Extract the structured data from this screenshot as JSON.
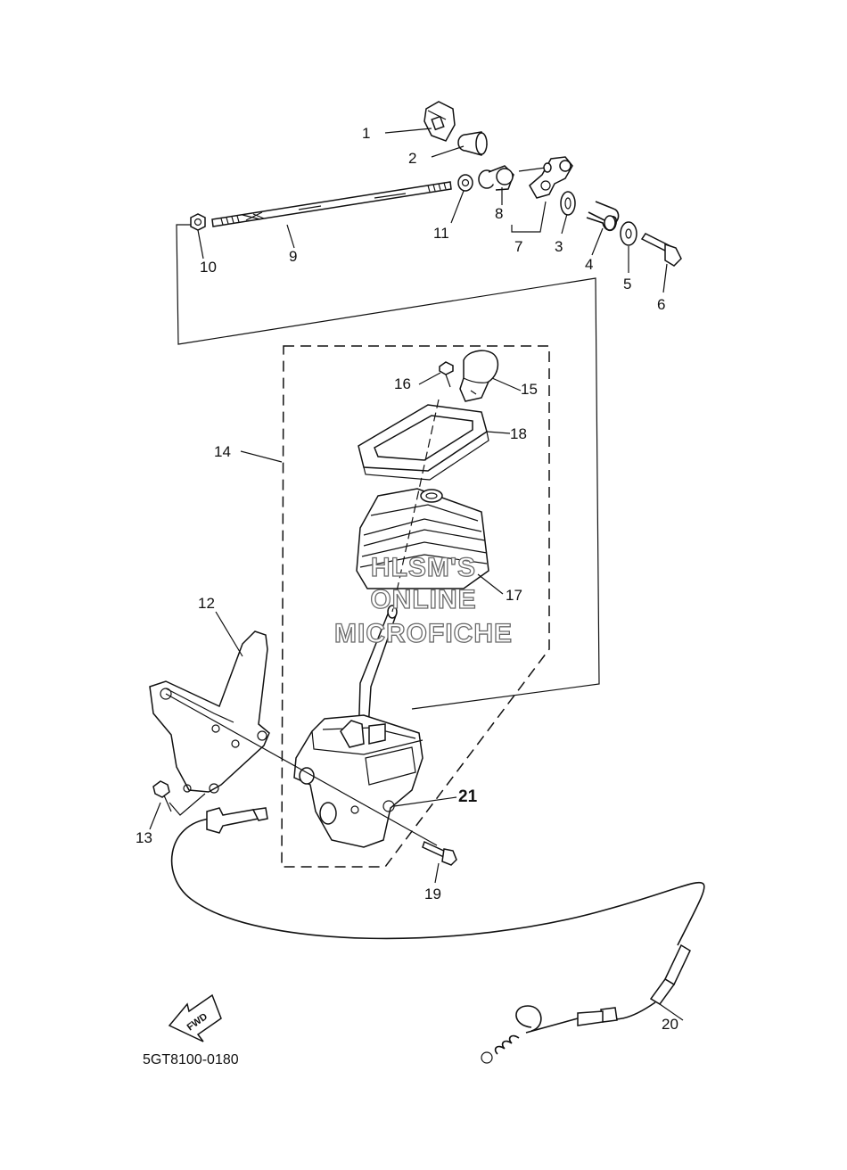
{
  "diagram": {
    "callouts": [
      "1",
      "2",
      "3",
      "4",
      "5",
      "6",
      "7",
      "8",
      "9",
      "10",
      "11",
      "12",
      "13",
      "14",
      "15",
      "16",
      "17",
      "18",
      "19",
      "20",
      "21"
    ],
    "fwd_label": "FWD",
    "part_code": "5GT8100-0180",
    "watermark": [
      "HLSM'S",
      "ONLINE",
      "MICROFICHE"
    ]
  }
}
